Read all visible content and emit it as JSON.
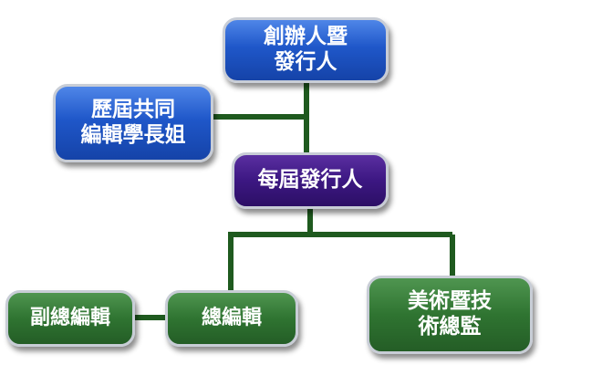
{
  "nodes": {
    "founder": "創辦人暨\n發行人",
    "alumni": "歷屆共同\n編輯學長姐",
    "publisher": "每屆發行人",
    "deputy_editor": "副總編輯",
    "editor_in_chief": "總編輯",
    "art_director": "美術暨技\n術總監"
  },
  "colors": {
    "blue_node": "#1f57c9",
    "purple_node": "#3c1782",
    "green_node": "#2f7431",
    "connector": "#1f5a1f"
  }
}
